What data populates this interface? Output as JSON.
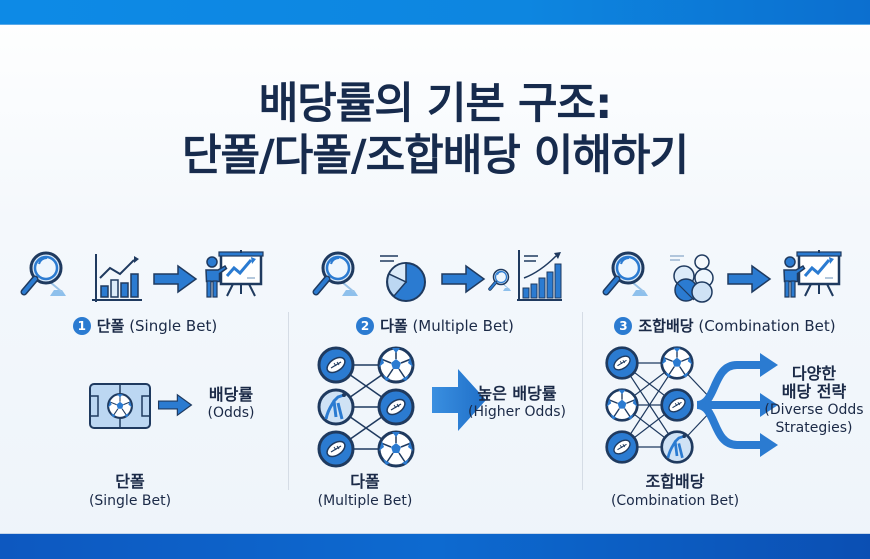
{
  "header": {
    "title_line1": "배당률의 기본 구조:",
    "title_line2": "단폴/다폴/조합배당 이해하기"
  },
  "colors": {
    "top_bar": "#0d8ae6",
    "bottom_bar": "#0d58c0",
    "title_text": "#172b4d",
    "accent_blue": "#2b7bd1",
    "icon_outline": "#1f3a5f",
    "icon_fill_light": "#bcd7f2"
  },
  "sections": [
    {
      "number": "1",
      "heading_ko": "단폴",
      "heading_en": "(Single Bet)",
      "icons": [
        "magnifier-icon",
        "bar-chart-icon",
        "arrow-right-icon",
        "presenter-chart-icon"
      ],
      "diagram": {
        "nodes": [
          "soccer-field-icon"
        ],
        "arrow": "arrow-right-icon",
        "result_ko": "배당률",
        "result_en": "(Odds)"
      },
      "caption_ko": "단폴",
      "caption_en": "(Single Bet)"
    },
    {
      "number": "2",
      "heading_ko": "다폴",
      "heading_en": "(Multiple Bet)",
      "icons": [
        "magnifier-icon",
        "pie-chart-icon",
        "arrow-right-icon",
        "magnifier-small-icon",
        "growth-chart-icon"
      ],
      "diagram": {
        "nodes": [
          "football",
          "soccer-ball",
          "basketball",
          "football",
          "football",
          "soccer-ball"
        ],
        "arrow": "big-arrow-right-icon",
        "result_ko": "높은 배당률",
        "result_en": "(Higher Odds)"
      },
      "caption_ko": "다폴",
      "caption_en": "(Multiple Bet)"
    },
    {
      "number": "3",
      "heading_ko": "조합배당",
      "heading_en": "(Combination Bet)",
      "icons": [
        "magnifier-icon",
        "bubble-cluster-icon",
        "arrow-right-icon",
        "presenter-chart-icon"
      ],
      "diagram": {
        "nodes": [
          "football",
          "soccer-ball",
          "soccer-ball",
          "football",
          "football",
          "basketball"
        ],
        "arrow": "branching-arrows-icon",
        "result_ko_line1": "다양한",
        "result_ko_line2": "배당 전략",
        "result_en_line1": "(Diverse Odds",
        "result_en_line2": "Strategies)"
      },
      "caption_ko": "조합배당",
      "caption_en": "(Combination Bet)"
    }
  ]
}
